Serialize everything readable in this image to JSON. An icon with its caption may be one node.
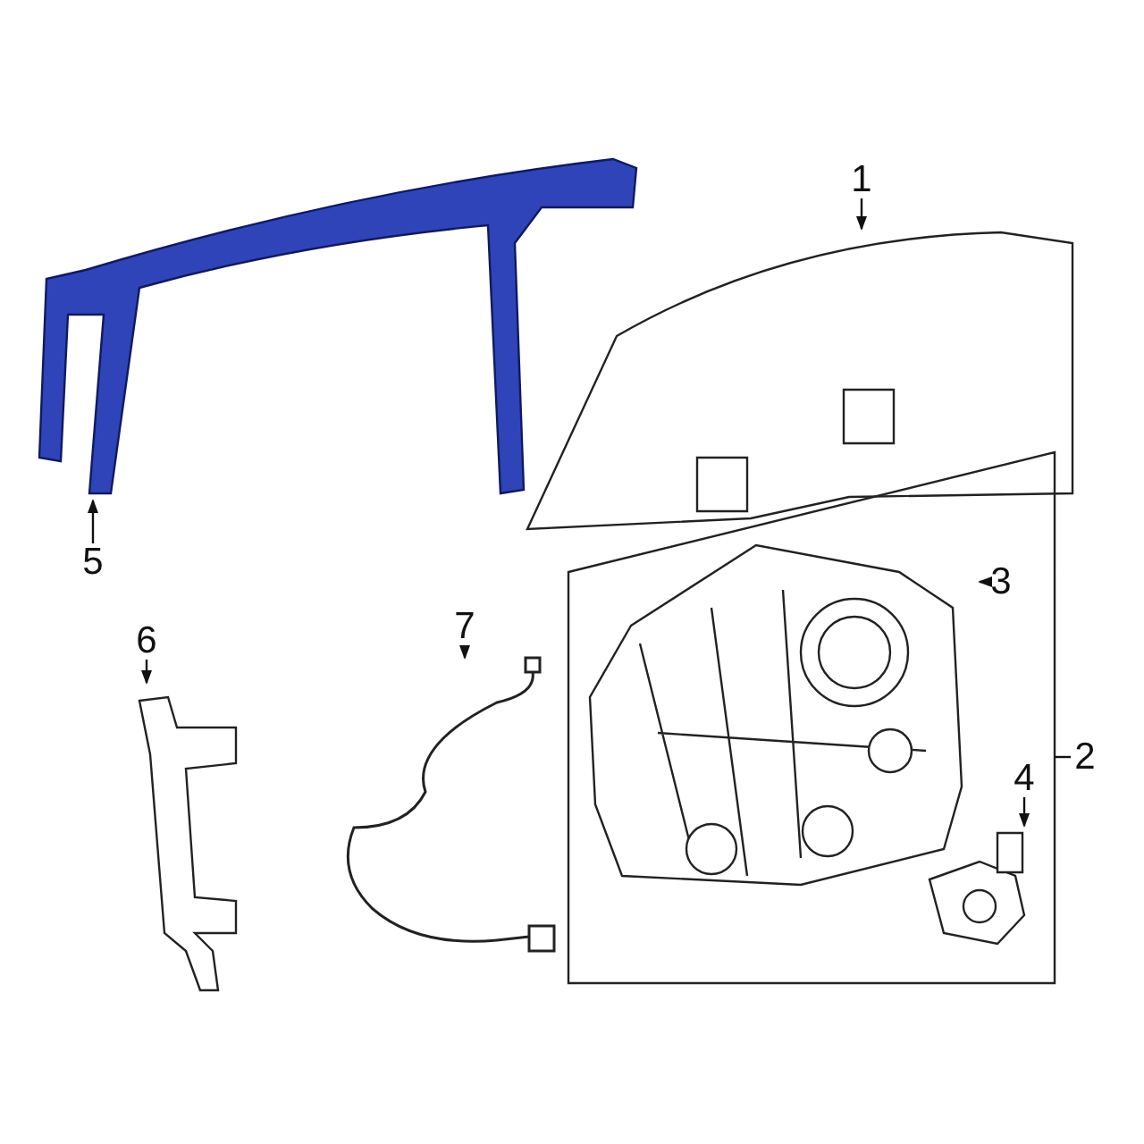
{
  "diagram": {
    "nodes": [
      {
        "text": [
          "1"
        ]
      },
      {
        "text": [],
        "shape": "picture"
      },
      {
        "text": [
          "5"
        ]
      },
      {
        "text": [],
        "shape": "picture"
      },
      {
        "text": [
          "2"
        ]
      },
      {
        "text": [],
        "shape": "box"
      },
      {
        "text": [
          "3"
        ],
        "in": 5
      },
      {
        "text": [],
        "shape": "picture",
        "in": 5
      },
      {
        "text": [
          "4"
        ],
        "in": 5
      },
      {
        "text": [],
        "shape": "picture",
        "in": 5
      },
      {
        "text": [
          "6"
        ]
      },
      {
        "text": [],
        "shape": "picture"
      },
      {
        "text": [
          "7"
        ]
      },
      {
        "text": [],
        "shape": "picture"
      }
    ],
    "edges": [
      {
        "from": 0,
        "to": 1,
        "arrow": "to"
      },
      {
        "from": 2,
        "to": 3,
        "arrow": "to"
      },
      {
        "from": 4,
        "to": 5,
        "arrow": "none"
      },
      {
        "from": 6,
        "to": 7,
        "arrow": "to"
      },
      {
        "from": 8,
        "to": 9,
        "arrow": "to"
      },
      {
        "from": 10,
        "to": 11,
        "arrow": "to"
      },
      {
        "from": 12,
        "to": 13,
        "arrow": "to"
      }
    ]
  }
}
